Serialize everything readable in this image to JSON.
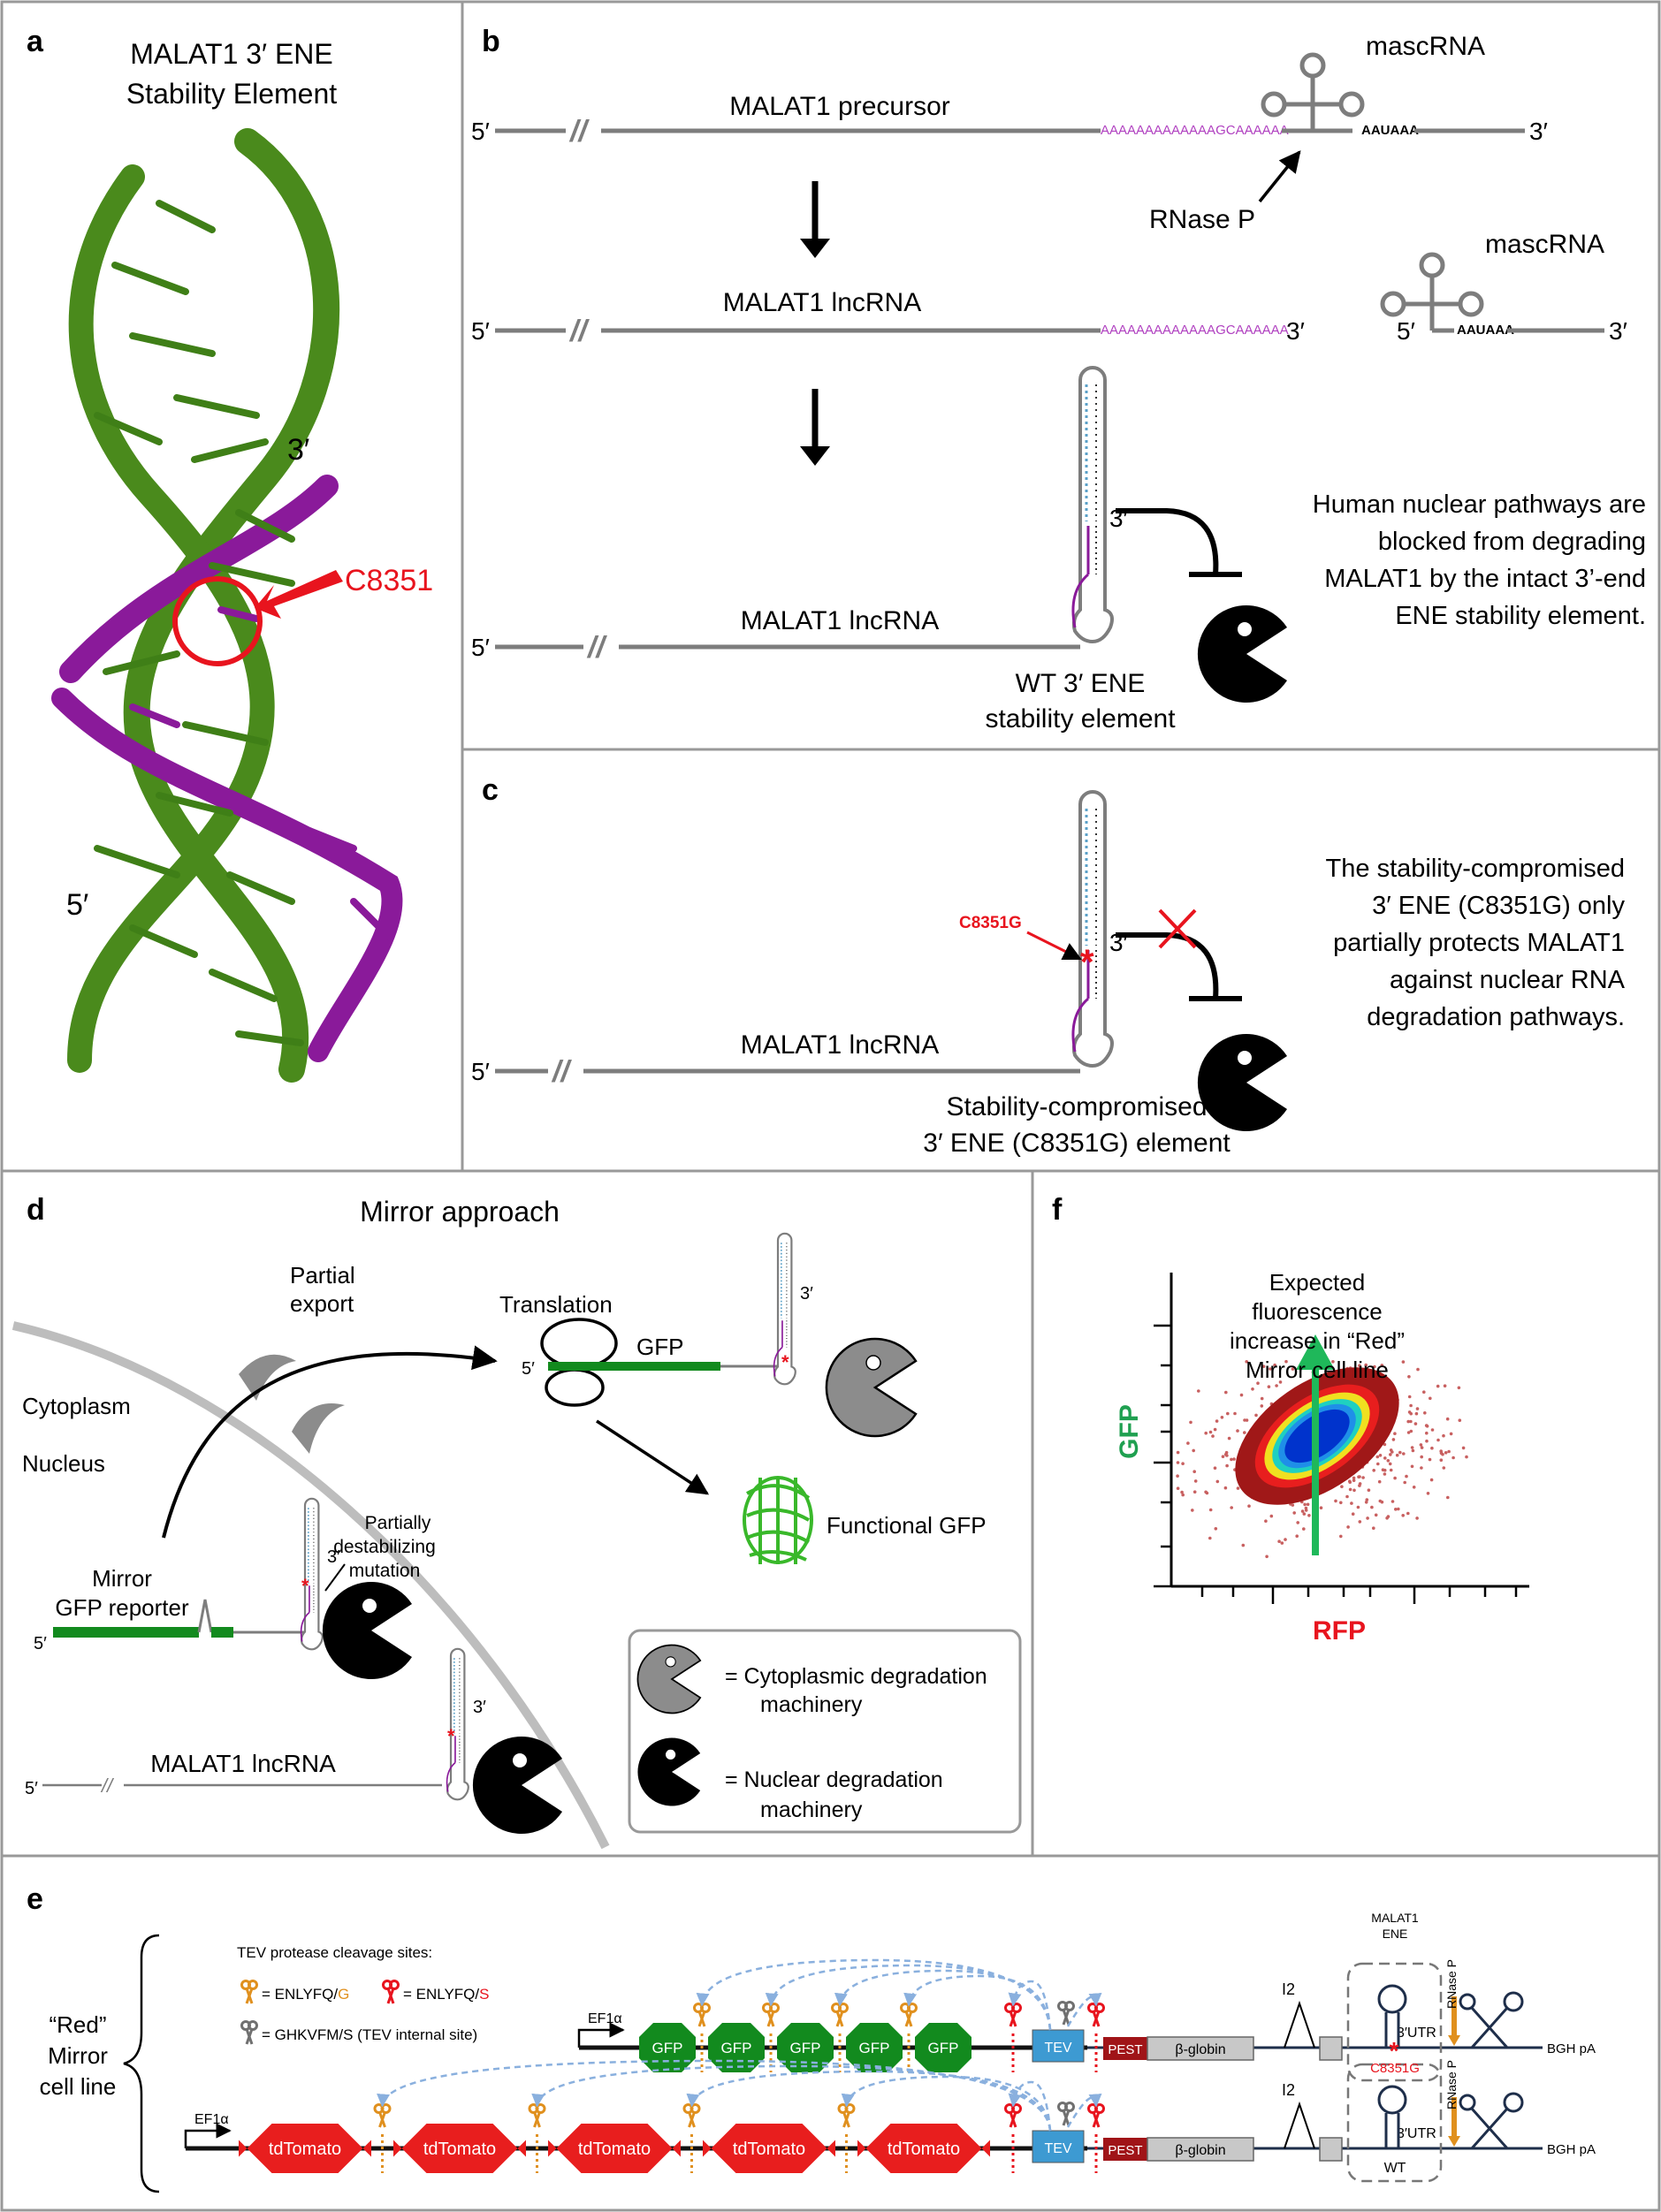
{
  "colors": {
    "helix_green": "#4a8a1c",
    "helix_purple": "#8a1a9a",
    "polyA": "#b040c0",
    "red": "#e8141e",
    "gfp_green": "#128a1e",
    "tdtomato_red": "#e81e1e",
    "tev_blue": "#3d9ad2",
    "pest_red": "#a01418",
    "arrow_blue": "#8ab0de",
    "green_arrow": "#1fb85a",
    "orange_scissor": "#e0901e",
    "gray_scissor": "#707070"
  },
  "panel_a": {
    "letter": "a",
    "title_line1": "MALAT1 3′ ENE",
    "title_line2": "Stability Element",
    "label_3p": "3′",
    "label_5p": "5′",
    "mutation": "C8351"
  },
  "panel_b": {
    "letter": "b",
    "precursor": "MALAT1 precursor",
    "lncrna": "MALAT1 lncRNA",
    "lncrna2": "MALAT1 lncRNA",
    "polyA_seq": "AAAAAAAAAAAAAGCAAAAAA",
    "aauaaa": "AAUAAA",
    "mascrna": "mascRNA",
    "mascrna2": "mascRNA",
    "rnase": "RNase P",
    "five": "5′",
    "three": "3′",
    "wt_line1": "WT 3′ ENE",
    "wt_line2": "stability element",
    "desc_lines": [
      "Human nuclear pathways are",
      "blocked from degrading",
      "MALAT1 by the intact 3’-end",
      "ENE stability element."
    ]
  },
  "panel_c": {
    "letter": "c",
    "lncrna": "MALAT1 lncRNA",
    "mutation": "C8351G",
    "five": "5′",
    "three": "3′",
    "label_line1": "Stability-compromised",
    "label_line2": "3′ ENE (C8351G) element",
    "desc_lines": [
      "The stability-compromised",
      "3′ ENE (C8351G) only",
      "partially protects MALAT1",
      "against nuclear RNA",
      "degradation pathways."
    ]
  },
  "panel_d": {
    "letter": "d",
    "title": "Mirror approach",
    "cytoplasm": "Cytoplasm",
    "nucleus": "Nucleus",
    "export_line1": "Partial",
    "export_line2": "export",
    "translation": "Translation",
    "gfp": "GFP",
    "functional": "Functional GFP",
    "reporter_line1": "Mirror",
    "reporter_line2": "GFP reporter",
    "mut_line1": "Partially",
    "mut_line2": "destabilizing",
    "mut_line3": "mutation",
    "lncrna": "MALAT1 lncRNA",
    "five": "5′",
    "three": "3′",
    "legend_cyto_line1": "= Cytoplasmic degradation",
    "legend_cyto_line2": "machinery",
    "legend_nuc_line1": "= Nuclear degradation",
    "legend_nuc_line2": "machinery"
  },
  "panel_f": {
    "letter": "f",
    "label_line1": "Expected",
    "label_line2": "fluorescence",
    "label_line3": "increase in “Red”",
    "label_line4": "Mirror cell line",
    "ylabel": "GFP",
    "xlabel": "RFP"
  },
  "panel_e": {
    "letter": "e",
    "cell_line1": "“Red”",
    "cell_line2": "Mirror",
    "cell_line3": "cell line",
    "tev_title": "TEV protease cleavage sites:",
    "site1_seq": "= ENLYFQ/",
    "site1_aa": "G",
    "site2_seq": "= ENLYFQ/",
    "site2_aa": "S",
    "site3": "= GHKVFM/S (TEV internal site)",
    "promoter": "EF1α",
    "gfp_blocks": [
      "GFP",
      "GFP",
      "GFP",
      "GFP",
      "GFP"
    ],
    "tdt_blocks": [
      "tdTomato",
      "tdTomato",
      "tdTomato",
      "tdTomato",
      "tdTomato"
    ],
    "tev": "TEV",
    "pest": "PEST",
    "globin": "β-globin",
    "i2": "I2",
    "utr": "3′UTR",
    "malat_line1": "MALAT1",
    "malat_line2": "ENE",
    "mut": "C8351G",
    "wt": "WT",
    "rnasep": "RNase P",
    "bgh": "BGH pA"
  }
}
